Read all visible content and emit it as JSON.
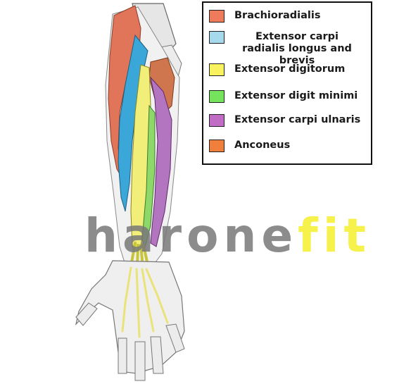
{
  "legend": {
    "items": [
      {
        "label": "Brachioradialis",
        "color": "#ee7b5b"
      },
      {
        "label": "Extensor carpi radialis longus and brevis",
        "color": "#a7d9ec"
      },
      {
        "label": "Extensor digitorum",
        "color": "#f7f25e"
      },
      {
        "label": "Extensor digit minimi",
        "color": "#75e35b"
      },
      {
        "label": "Extensor carpi ulnaris",
        "color": "#c06cc4"
      },
      {
        "label": "Anconeus",
        "color": "#f07f3c"
      }
    ]
  },
  "watermark": {
    "part1": "harone",
    "part2": "fit"
  },
  "colors": {
    "brachioradialis_fill": "#e0755a",
    "ecr_fill": "#3aa7d8",
    "digitorum_fill": "#f2ee7a",
    "minimi_fill": "#8ed86a",
    "ulnaris_fill": "#b374c0",
    "anconeus_fill": "#d0764e",
    "bone": "#e8e8e8",
    "ink": "#555555"
  }
}
